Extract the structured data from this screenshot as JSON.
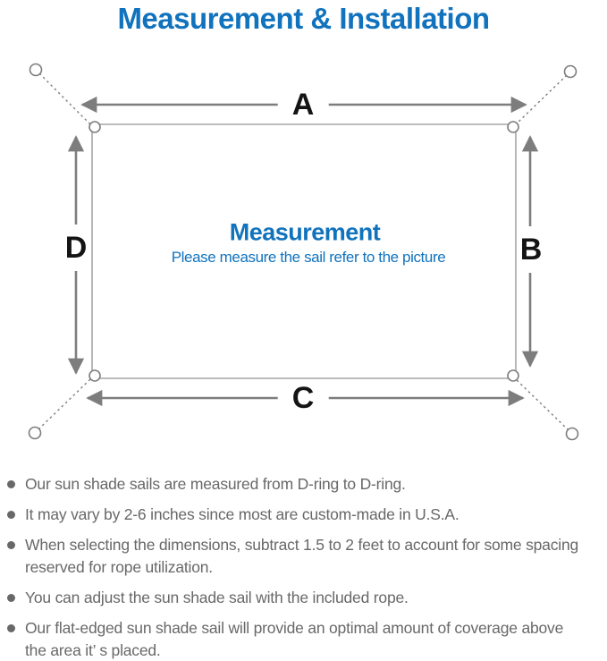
{
  "title": "Measurement & Installation",
  "diagram": {
    "center_title": "Measurement",
    "center_subtitle": "Please measure the sail refer to the picture",
    "side_labels": {
      "top": "A",
      "right": "B",
      "bottom": "C",
      "left": "D"
    },
    "colors": {
      "accent_blue": "#1173BD",
      "line_gray": "#7D7D7D",
      "outline_gray": "#A6A6A6",
      "label_black": "#141414",
      "note_gray": "#686868"
    }
  },
  "notes": [
    {
      "lines": [
        "Our sun shade sails are measured from D-ring to D-ring."
      ]
    },
    {
      "lines": [
        "It may vary by 2-6 inches since most are custom-made in U.S.A."
      ]
    },
    {
      "lines": [
        "When selecting the dimensions, subtract 1.5 to 2 feet to account for some spacing",
        "reserved for rope utilization."
      ]
    },
    {
      "lines": [
        "You can adjust the sun shade sail with the included rope."
      ]
    },
    {
      "lines": [
        "Our flat-edged sun shade sail will provide an optimal amount of coverage above",
        "the area it’ s placed."
      ]
    }
  ]
}
